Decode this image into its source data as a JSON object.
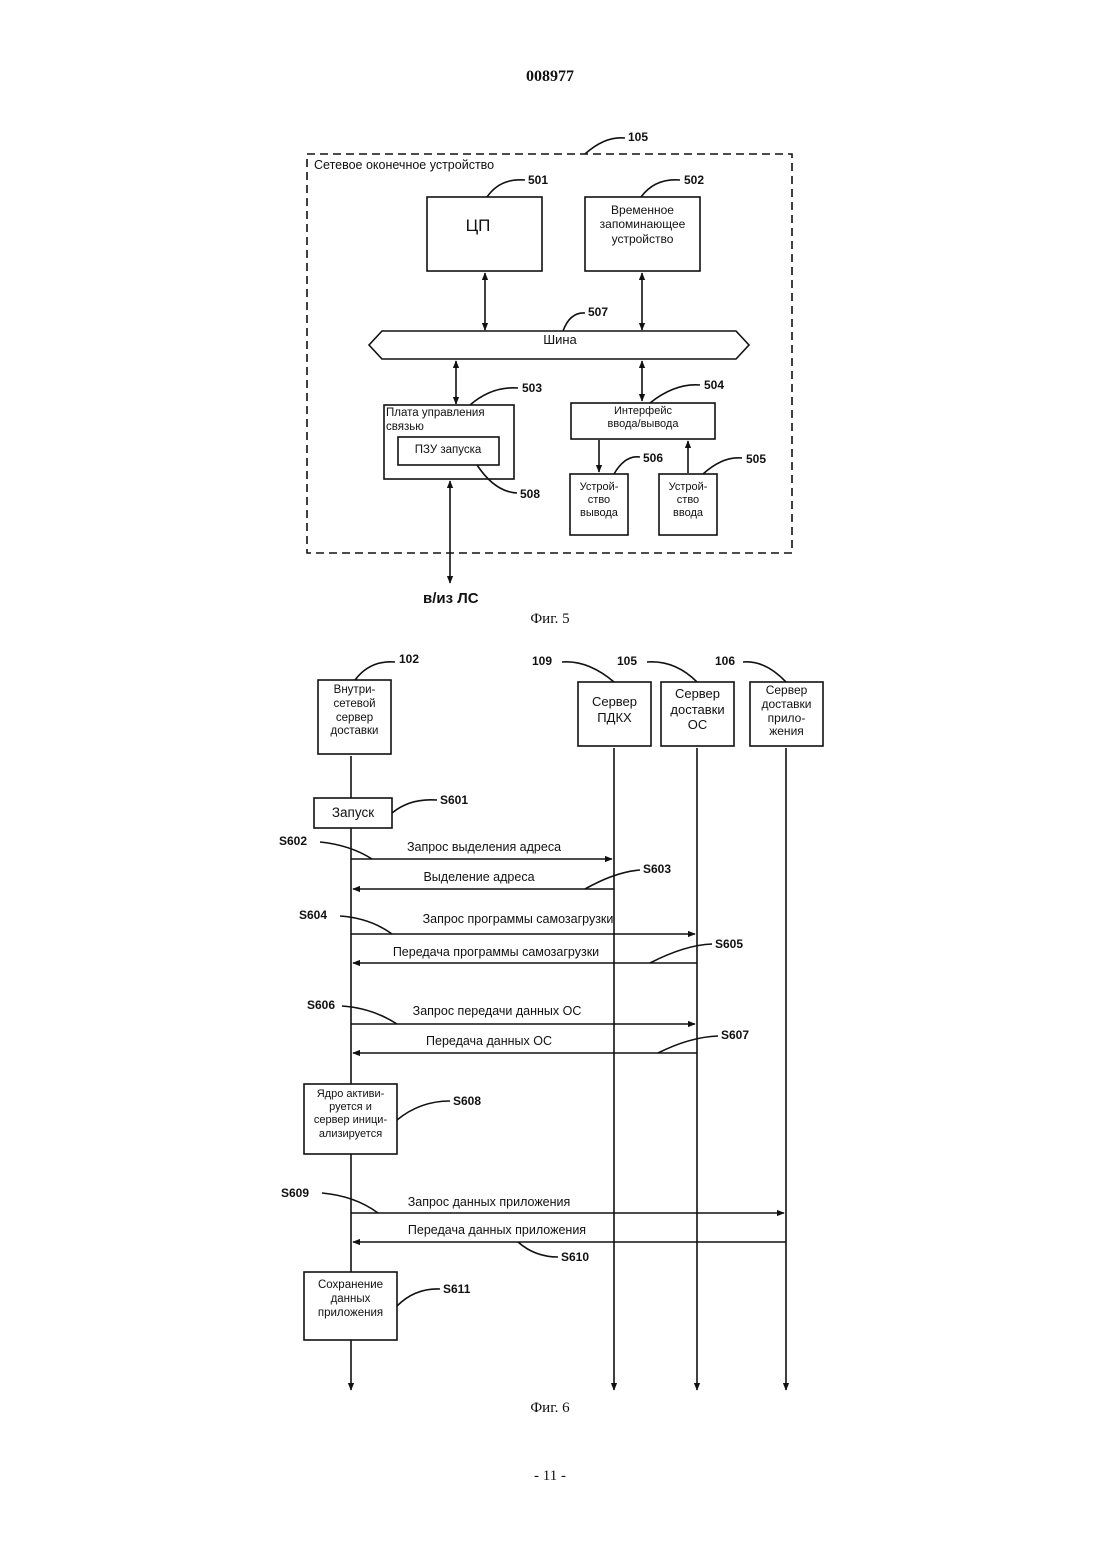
{
  "header": {
    "doc_number": "008977"
  },
  "fig5": {
    "ref_container": "105",
    "container_label": "Сетевое оконечное устройство",
    "cpu": {
      "ref": "501",
      "label": "ЦП"
    },
    "temp_storage": {
      "ref": "502",
      "lines": [
        "Временное",
        "запоминающее",
        "устройство"
      ]
    },
    "bus": {
      "ref": "507",
      "label": "Шина"
    },
    "comm_board": {
      "ref": "503",
      "lines": [
        "Плата управления",
        "связью"
      ]
    },
    "boot_rom": {
      "ref": "508",
      "label": "ПЗУ запуска"
    },
    "io_interface": {
      "ref": "504",
      "lines": [
        "Интерфейс",
        "ввода/вывода"
      ]
    },
    "output_device": {
      "ref": "506",
      "lines": [
        "Устрой-",
        "ство",
        "вывода"
      ]
    },
    "input_device": {
      "ref": "505",
      "lines": [
        "Устрой-",
        "ство",
        "ввода"
      ]
    },
    "lan_label": "в/из ЛС",
    "caption": "Фиг. 5"
  },
  "fig6": {
    "participants": [
      {
        "ref": "102",
        "lines": [
          "Внутри-",
          "сетевой",
          "сервер",
          "доставки"
        ]
      },
      {
        "ref": "109",
        "lines": [
          "Сервер",
          "ПДКХ"
        ]
      },
      {
        "ref": "105",
        "lines": [
          "Сервер",
          "доставки",
          "ОС"
        ]
      },
      {
        "ref": "106",
        "lines": [
          "Сервер",
          "доставки",
          "прило-",
          "жения"
        ]
      }
    ],
    "start": {
      "ref": "S601",
      "label": "Запуск"
    },
    "messages": [
      {
        "ref": "S602",
        "label": "Запрос выделения адреса"
      },
      {
        "ref": "S603",
        "label": "Выделение адреса"
      },
      {
        "ref": "S604",
        "label": "Запрос программы самозагрузки"
      },
      {
        "ref": "S605",
        "label": "Передача программы самозагрузки"
      },
      {
        "ref": "S606",
        "label": "Запрос передачи данных ОС"
      },
      {
        "ref": "S607",
        "label": "Передача данных ОС"
      },
      {
        "ref": "S609",
        "label": "Запрос данных приложения"
      },
      {
        "ref": "S610",
        "label": "Передача данных приложения"
      }
    ],
    "kernel": {
      "ref": "S608",
      "lines": [
        "Ядро активи-",
        "руется и",
        "сервер иници-",
        "ализируется"
      ]
    },
    "save": {
      "ref": "S611",
      "lines": [
        "Сохранение",
        "данных",
        "приложения"
      ]
    },
    "caption": "Фиг. 6"
  },
  "footer": {
    "page_number": "- 11 -"
  }
}
